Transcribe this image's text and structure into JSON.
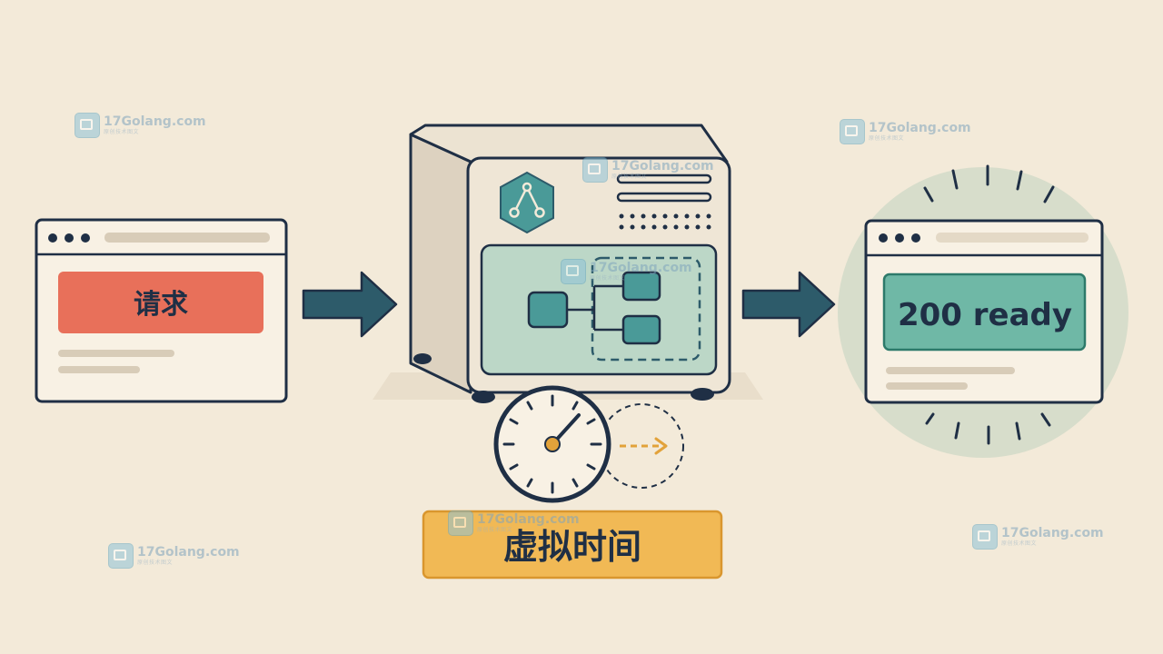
{
  "request_window": {
    "label": "请求",
    "button_color": "#e8705a"
  },
  "response_window": {
    "label": "200 ready",
    "button_color": "#6fb8a6"
  },
  "virtual_time": {
    "label": "虚拟时间",
    "box_color": "#f1b955"
  },
  "colors": {
    "background": "#f3ead9",
    "outline": "#1f2f45",
    "accent_teal": "#4a9a98",
    "arrow": "#2d5b6a",
    "dashed_arrow": "#e2a23a"
  },
  "watermarks": [
    {
      "site": "17Golang.com",
      "sub": "原创技术图文"
    },
    {
      "site": "17Golang.com",
      "sub": "原创技术图文"
    },
    {
      "site": "17Golang.com",
      "sub": "原创技术图文"
    },
    {
      "site": "17Golang.com",
      "sub": "原创技术图文"
    },
    {
      "site": "17Golang.com",
      "sub": "原创技术图文"
    },
    {
      "site": "17Golang.com",
      "sub": "原创技术图文"
    },
    {
      "site": "17Golang.com",
      "sub": "原创技术图文"
    }
  ],
  "icons": {
    "server_logo": "hexagon-network-icon",
    "clock": "clock-icon",
    "flow": "flow-diagram-icon"
  }
}
